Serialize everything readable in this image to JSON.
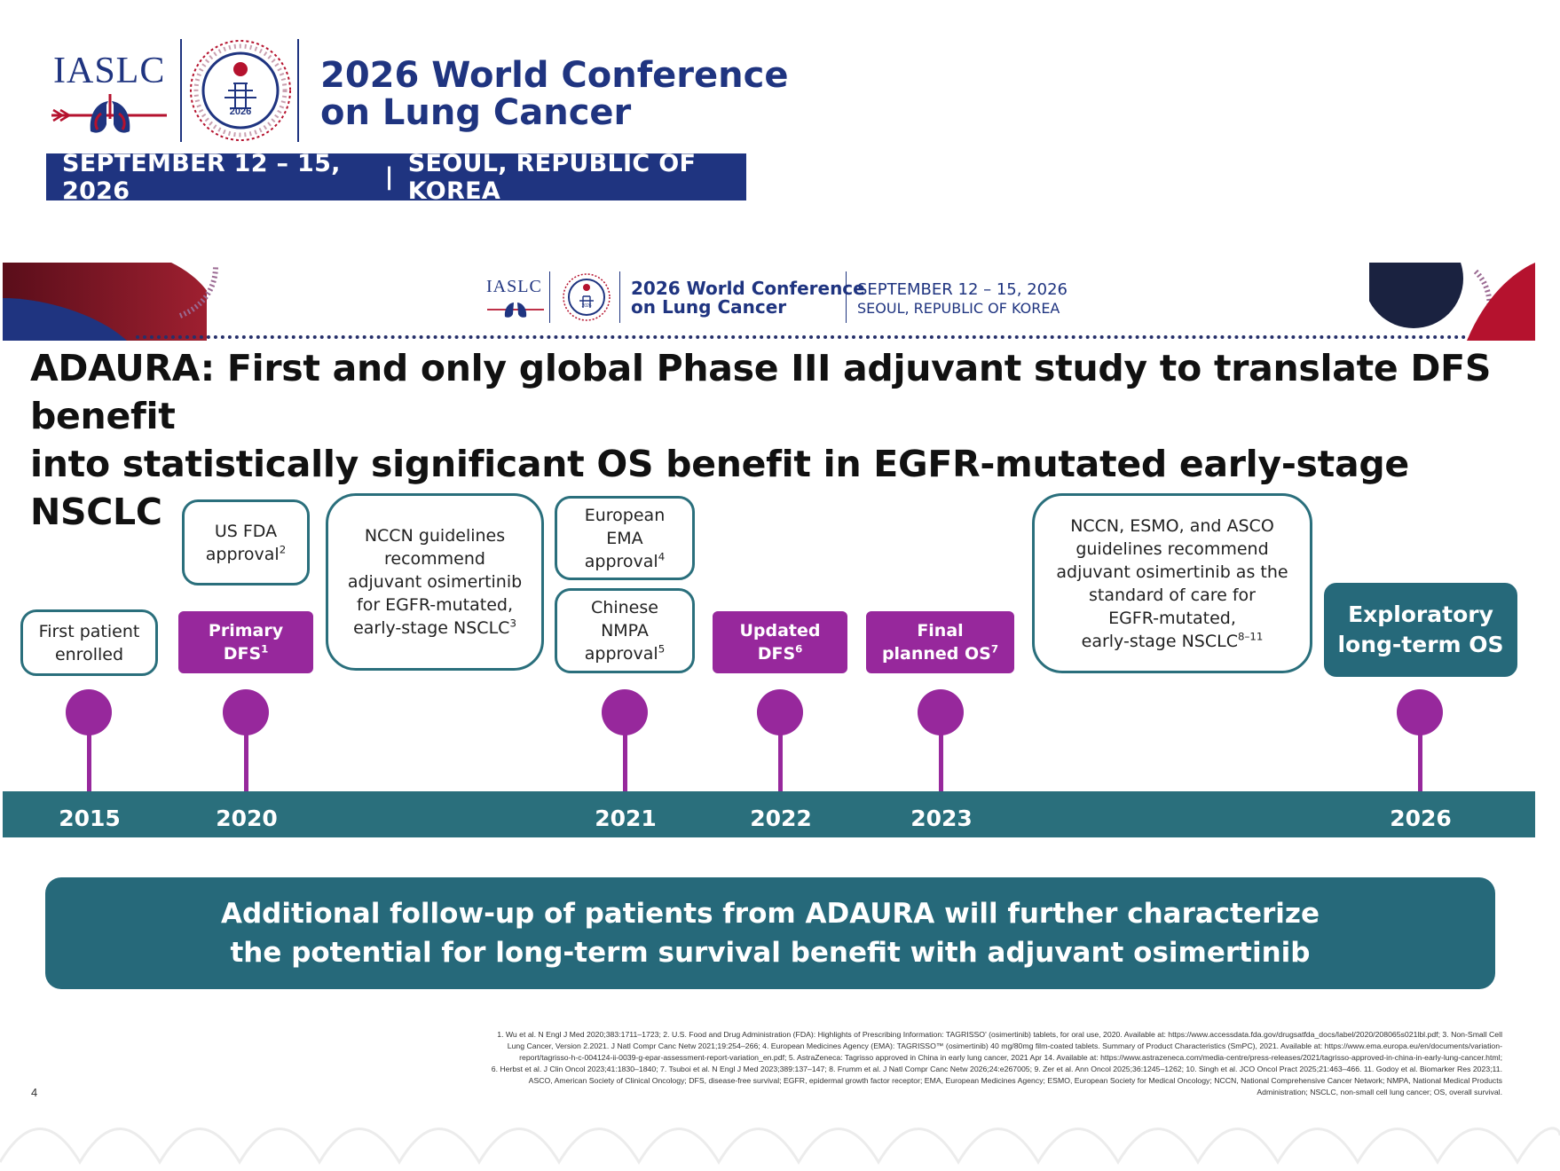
{
  "conference": {
    "org": "IASLC",
    "emblem_year": "2026",
    "title_line1": "2026 World Conference",
    "title_line2": "on Lung Cancer",
    "dates": "SEPTEMBER 12 – 15, 2026",
    "divider": "|",
    "location": "SEOUL, REPUBLIC OF KOREA"
  },
  "slide_header": {
    "org": "IASLC",
    "emblem_year": "2026",
    "title_line1": "2026 World Conference",
    "title_line2": "on Lung Cancer",
    "dates": "SEPTEMBER 12 – 15, 2026",
    "location": "SEOUL, REPUBLIC OF KOREA"
  },
  "slide": {
    "title_line1": "ADAURA: First and only global Phase III adjuvant study to translate DFS benefit",
    "title_line2": "into statistically significant OS benefit in EGFR-mutated early-stage NSCLC",
    "milestones": {
      "first_patient": {
        "line1": "First patient",
        "line2": "enrolled"
      },
      "us_fda": {
        "line1": "US FDA",
        "line2": "approval",
        "ref": "2"
      },
      "primary_dfs": {
        "line1": "Primary",
        "line2": "DFS",
        "ref": "1"
      },
      "nccn": {
        "line1": "NCCN guidelines",
        "line2": "recommend",
        "line3": "adjuvant osimertinib",
        "line4": "for EGFR-mutated,",
        "line5": "early-stage NSCLC",
        "ref": "3"
      },
      "ema": {
        "line1": "European",
        "line2": "EMA",
        "line3": "approval",
        "ref": "4"
      },
      "nmpa": {
        "line1": "Chinese",
        "line2": "NMPA",
        "line3": "approval",
        "ref": "5"
      },
      "updated_dfs": {
        "line1": "Updated",
        "line2": "DFS",
        "ref": "6"
      },
      "final_os": {
        "line1": "Final",
        "line2": "planned OS",
        "ref": "7"
      },
      "guidelines": {
        "line1": "NCCN, ESMO, and ASCO",
        "line2": "guidelines recommend",
        "line3": "adjuvant osimertinib as the",
        "line4": "standard of care for",
        "line5": "EGFR-mutated,",
        "line6": "early-stage NSCLC",
        "ref": "8–11"
      },
      "exploratory": {
        "line1": "Exploratory",
        "line2": "long-term OS"
      }
    },
    "years": [
      "2015",
      "2020",
      "2021",
      "2022",
      "2023",
      "2026"
    ],
    "summary_line1": "Additional follow-up of patients from ADAURA will further characterize",
    "summary_line2": "the potential for long-term survival benefit with adjuvant osimertinib",
    "references": [
      "1. Wu et al. N Engl J Med 2020;383:1711–1723; 2. U.S. Food and Drug Administration (FDA): Highlights of Prescribing Information: TAGRISSO' (osimertinib) tablets, for oral use, 2020. Available at: https://www.accessdata.fda.gov/drugsatfda_docs/label/2020/208065s021lbl.pdf; 3. Non-Small Cell",
      "Lung Cancer, Version 2.2021. J Natl Compr Canc Netw 2021;19:254–266; 4. European Medicines Agency (EMA): TAGRISSO™ (osimertinib) 40 mg/80mg film-coated tablets. Summary of Product Characteristics (SmPC), 2021. Available at: https://www.ema.europa.eu/en/documents/variation-",
      "report/tagrisso-h-c-004124-ii-0039-g-epar-assessment-report-variation_en.pdf; 5. AstraZeneca: Tagrisso approved in China in early lung cancer, 2021 Apr 14. Available at: https://www.astrazeneca.com/media-centre/press-releases/2021/tagrisso-approved-in-china-in-early-lung-cancer.html;",
      "6. Herbst et al. J Clin Oncol 2023;41:1830–1840; 7. Tsuboi et al. N Engl J Med 2023;389:137–147; 8. Frumm et al. J Natl Compr Canc Netw 2026;24:e267005; 9. Zer et al. Ann Oncol 2025;36:1245–1262; 10. Singh et al. JCO Oncol Pract 2025;21:463–466. 11. Godoy et al. Biomarker Res 2023;11.",
      "ASCO, American Society of Clinical Oncology; DFS, disease-free survival; EGFR, epidermal growth factor receptor; EMA, European Medicines Agency; ESMO, European Society for Medical Oncology; NCCN, National Comprehensive Cancer Network; NMPA, National Medical Products",
      "Administration; NSCLC, non-small cell lung cancer; OS, overall survival."
    ],
    "page_number": "4"
  },
  "colors": {
    "navy": "#1f3480",
    "teal": "#2a6f7c",
    "purple": "#97289c",
    "crimson": "#b5122e"
  },
  "icons": [
    "lung-icon",
    "conference-emblem-icon"
  ]
}
